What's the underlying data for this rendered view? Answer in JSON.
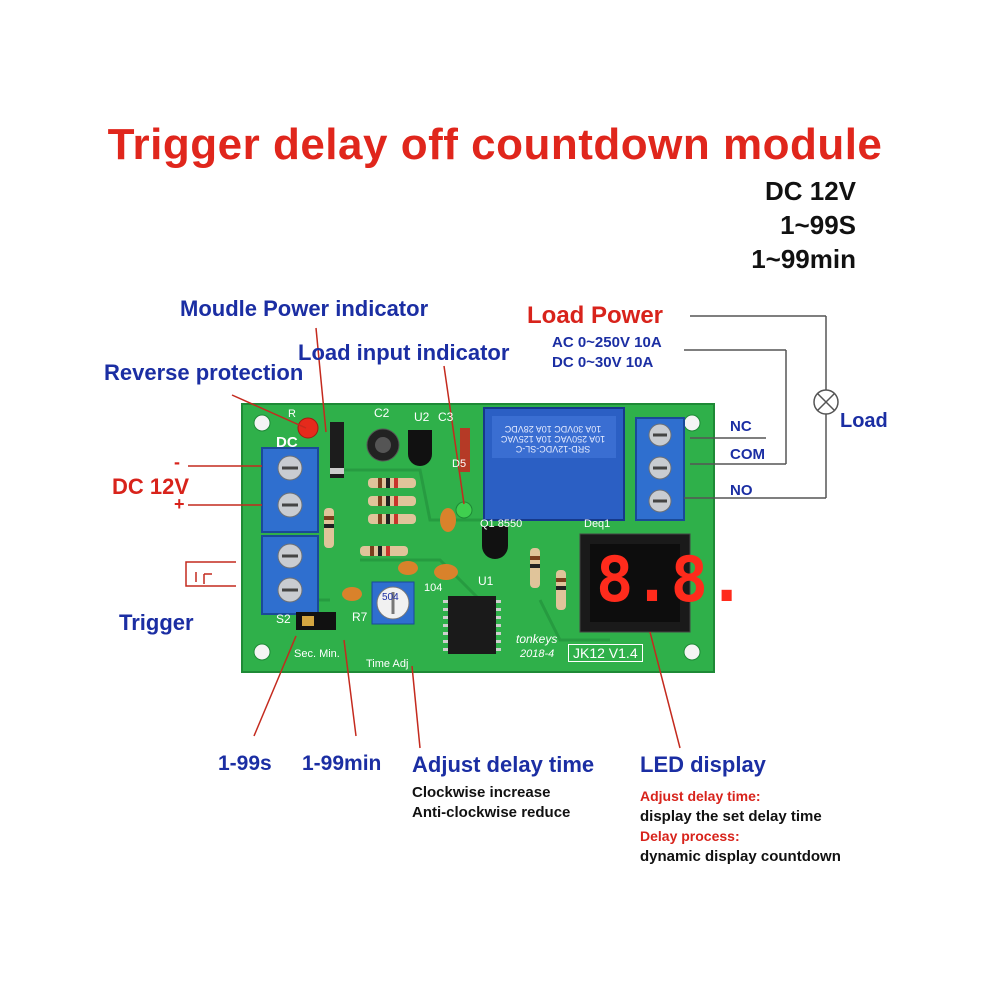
{
  "title": "Trigger delay off countdown module",
  "specs": [
    "DC 12V",
    "1~99S",
    "1~99min"
  ],
  "labels": {
    "module_power_indicator": "Moudle Power indicator",
    "load_input_indicator": "Load input indicator",
    "reverse_protection": "Reverse protection",
    "load_power": "Load Power",
    "ac_rating": "AC 0~250V  10A",
    "dc_rating": "DC 0~30V   10A",
    "load": "Load",
    "nc": "NC",
    "com": "COM",
    "no": "NO",
    "dc12v": "DC 12V",
    "minus": "-",
    "plus": "+",
    "trigger": "Trigger",
    "sec_range": "1-99s",
    "min_range": "1-99min",
    "adjust_delay_time": "Adjust delay time",
    "clockwise_increase": "Clockwise increase",
    "anticlockwise_reduce": "Anti-clockwise reduce",
    "led_display": "LED display",
    "adjust_delay_time_sub": "Adjust delay time:",
    "display_set_delay": "display the set delay time",
    "delay_process": "Delay process:",
    "dynamic_countdown": "dynamic display countdown"
  },
  "board": {
    "dc_label": "DC",
    "relay_text_1": "SRD-12VDC-SL-C",
    "relay_text_2": "10A 250VAC 10A 125VAC",
    "relay_text_3": "10A 30VDC 10A 28VDC",
    "brand": "tonkeys",
    "date": "2018-4",
    "model": "JK12 V1.4",
    "deq": "Deq1",
    "sec_min": "Sec. Min.",
    "time_adj": "Time Adj",
    "display_digits": "8.8.",
    "pot_value": "504",
    "c2": "C2",
    "u2": "U2",
    "c3": "C3",
    "d5": "D5",
    "u1": "U1",
    "r7": "R7",
    "s2": "S2",
    "q1": "Q1 8550",
    "r": "R",
    "cap104": "104"
  },
  "colors": {
    "pcb": "#2fb04a",
    "pcb_dark": "#1e8a36",
    "title_red": "#e0261c",
    "label_blue": "#1b2ea3",
    "terminal_blue": "#2f6fcf",
    "relay_blue": "#2b5fc4"
  }
}
